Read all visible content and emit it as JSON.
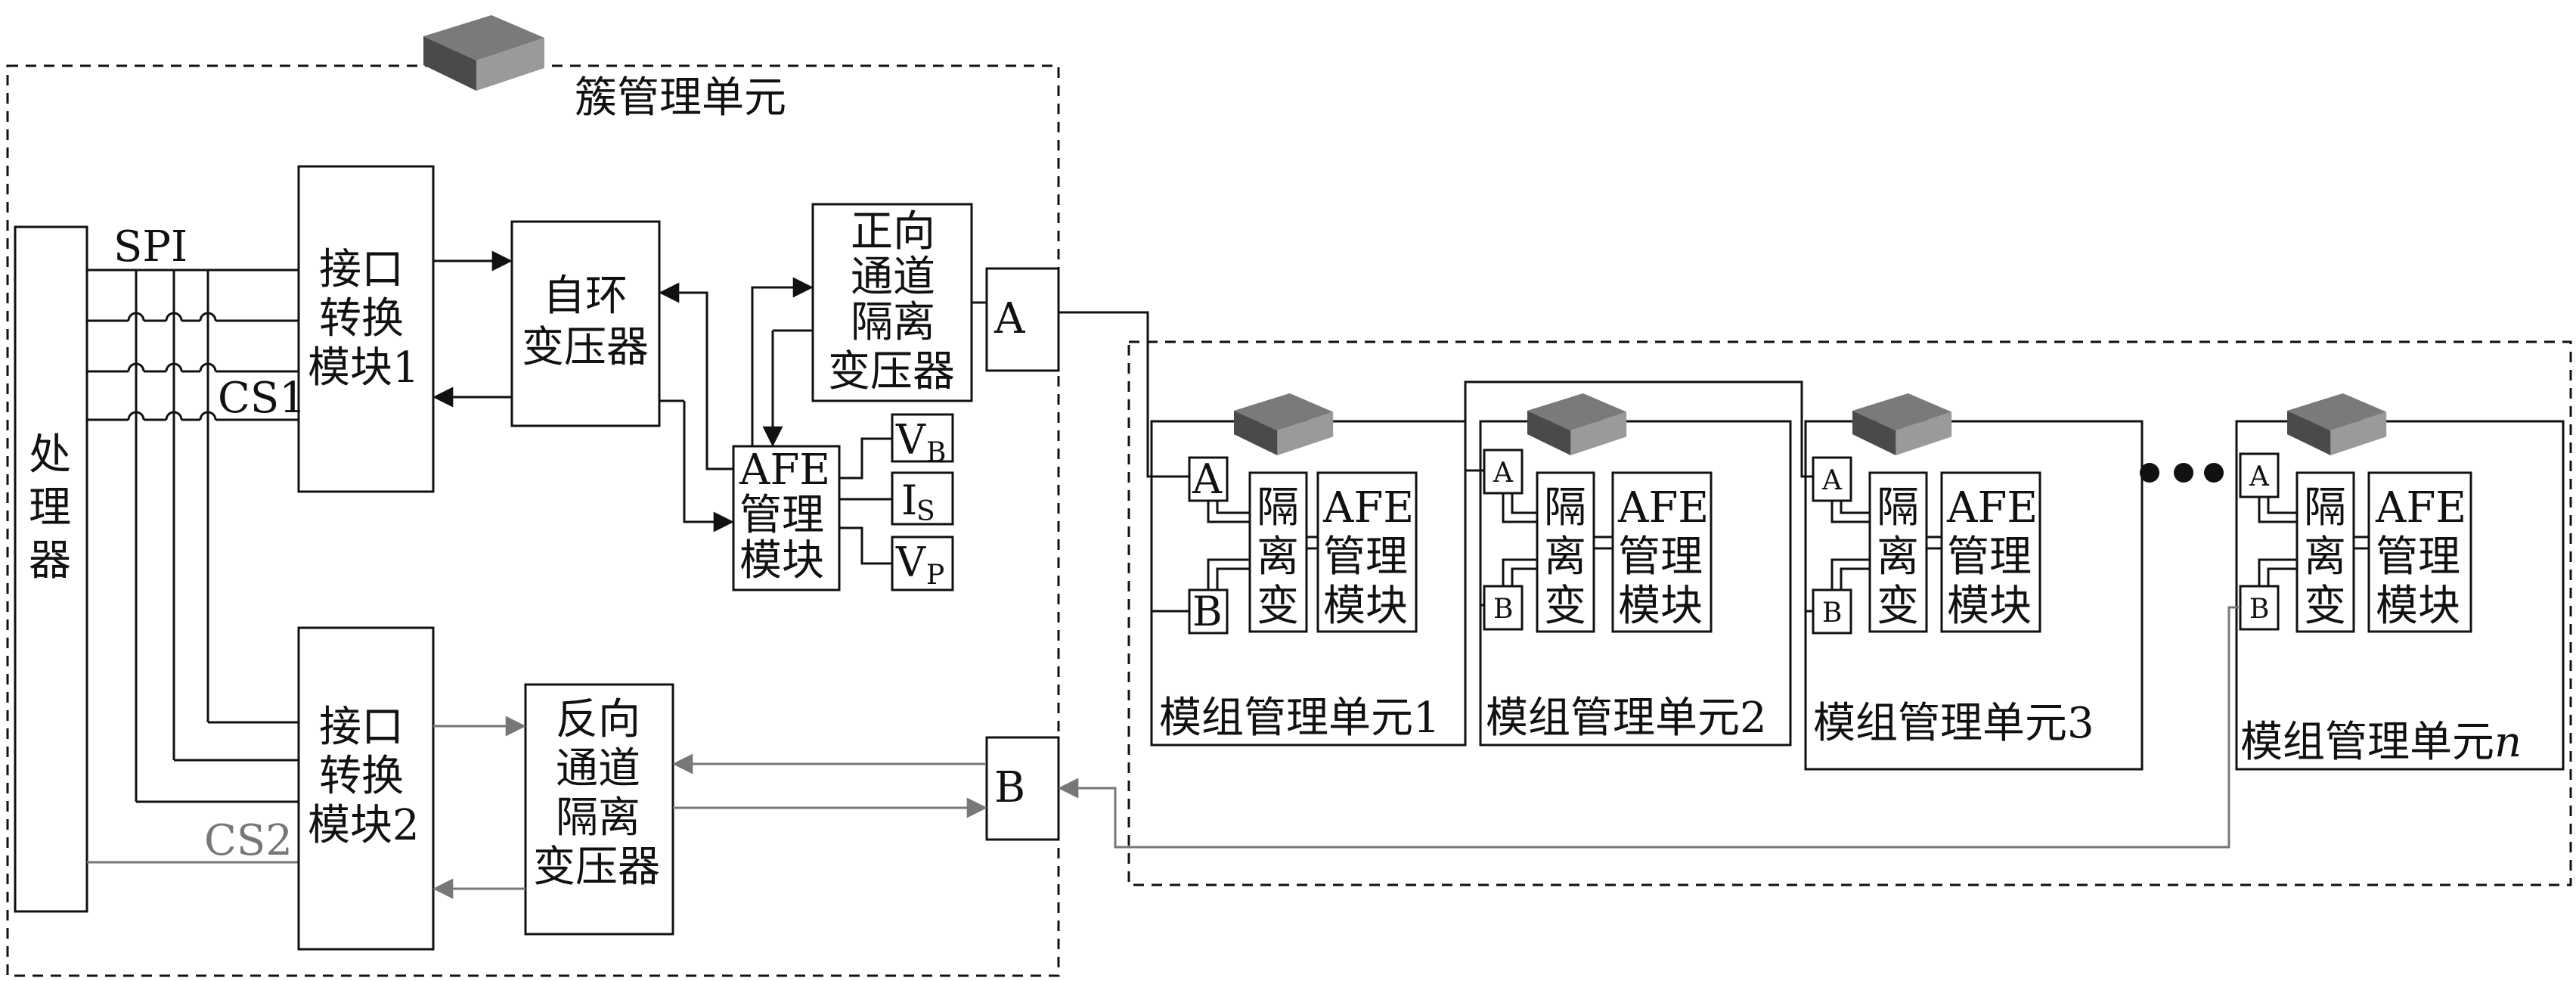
{
  "cluster_unit": {
    "title": "簇管理单元",
    "processor": "处理器",
    "spi_label": "SPI",
    "cs1_label": "CS1",
    "cs2_label": "CS2",
    "interface1": [
      "接口",
      "转换",
      "模块1"
    ],
    "interface2": [
      "接口",
      "转换",
      "模块2"
    ],
    "loop_transformer": [
      "自环",
      "变压器"
    ],
    "forward_transformer": [
      "正向",
      "通道",
      "隔离",
      "变压器"
    ],
    "reverse_transformer": [
      "反向",
      "通道",
      "隔离",
      "变压器"
    ],
    "afe_module": [
      "AFE",
      "管理",
      "模块"
    ],
    "port_a": "A",
    "port_b": "B",
    "sensors": [
      {
        "main": "V",
        "sub": "B"
      },
      {
        "main": "I",
        "sub": "S"
      },
      {
        "main": "V",
        "sub": "P"
      }
    ]
  },
  "module_units": [
    {
      "label": "模组管理单元1",
      "port_a": "A",
      "port_b": "B",
      "isolator": [
        "隔",
        "离",
        "变"
      ],
      "afe": [
        "AFE",
        "管理",
        "模块"
      ]
    },
    {
      "label": "模组管理单元2",
      "port_a": "A",
      "port_b": "B",
      "isolator": [
        "隔",
        "离",
        "变"
      ],
      "afe": [
        "AFE",
        "管理",
        "模块"
      ]
    },
    {
      "label": "模组管理单元3",
      "port_a": "A",
      "port_b": "B",
      "isolator": [
        "隔",
        "离",
        "变"
      ],
      "afe": [
        "AFE",
        "管理",
        "模块"
      ]
    },
    {
      "label": "模组管理单元",
      "label_suffix": "n",
      "port_a": "A",
      "port_b": "B",
      "isolator": [
        "隔",
        "离",
        "变"
      ],
      "afe": [
        "AFE",
        "管理",
        "模块"
      ]
    }
  ],
  "icons": [
    "device-icon",
    "ellipsis-dots-icon",
    "arrow-icon"
  ]
}
